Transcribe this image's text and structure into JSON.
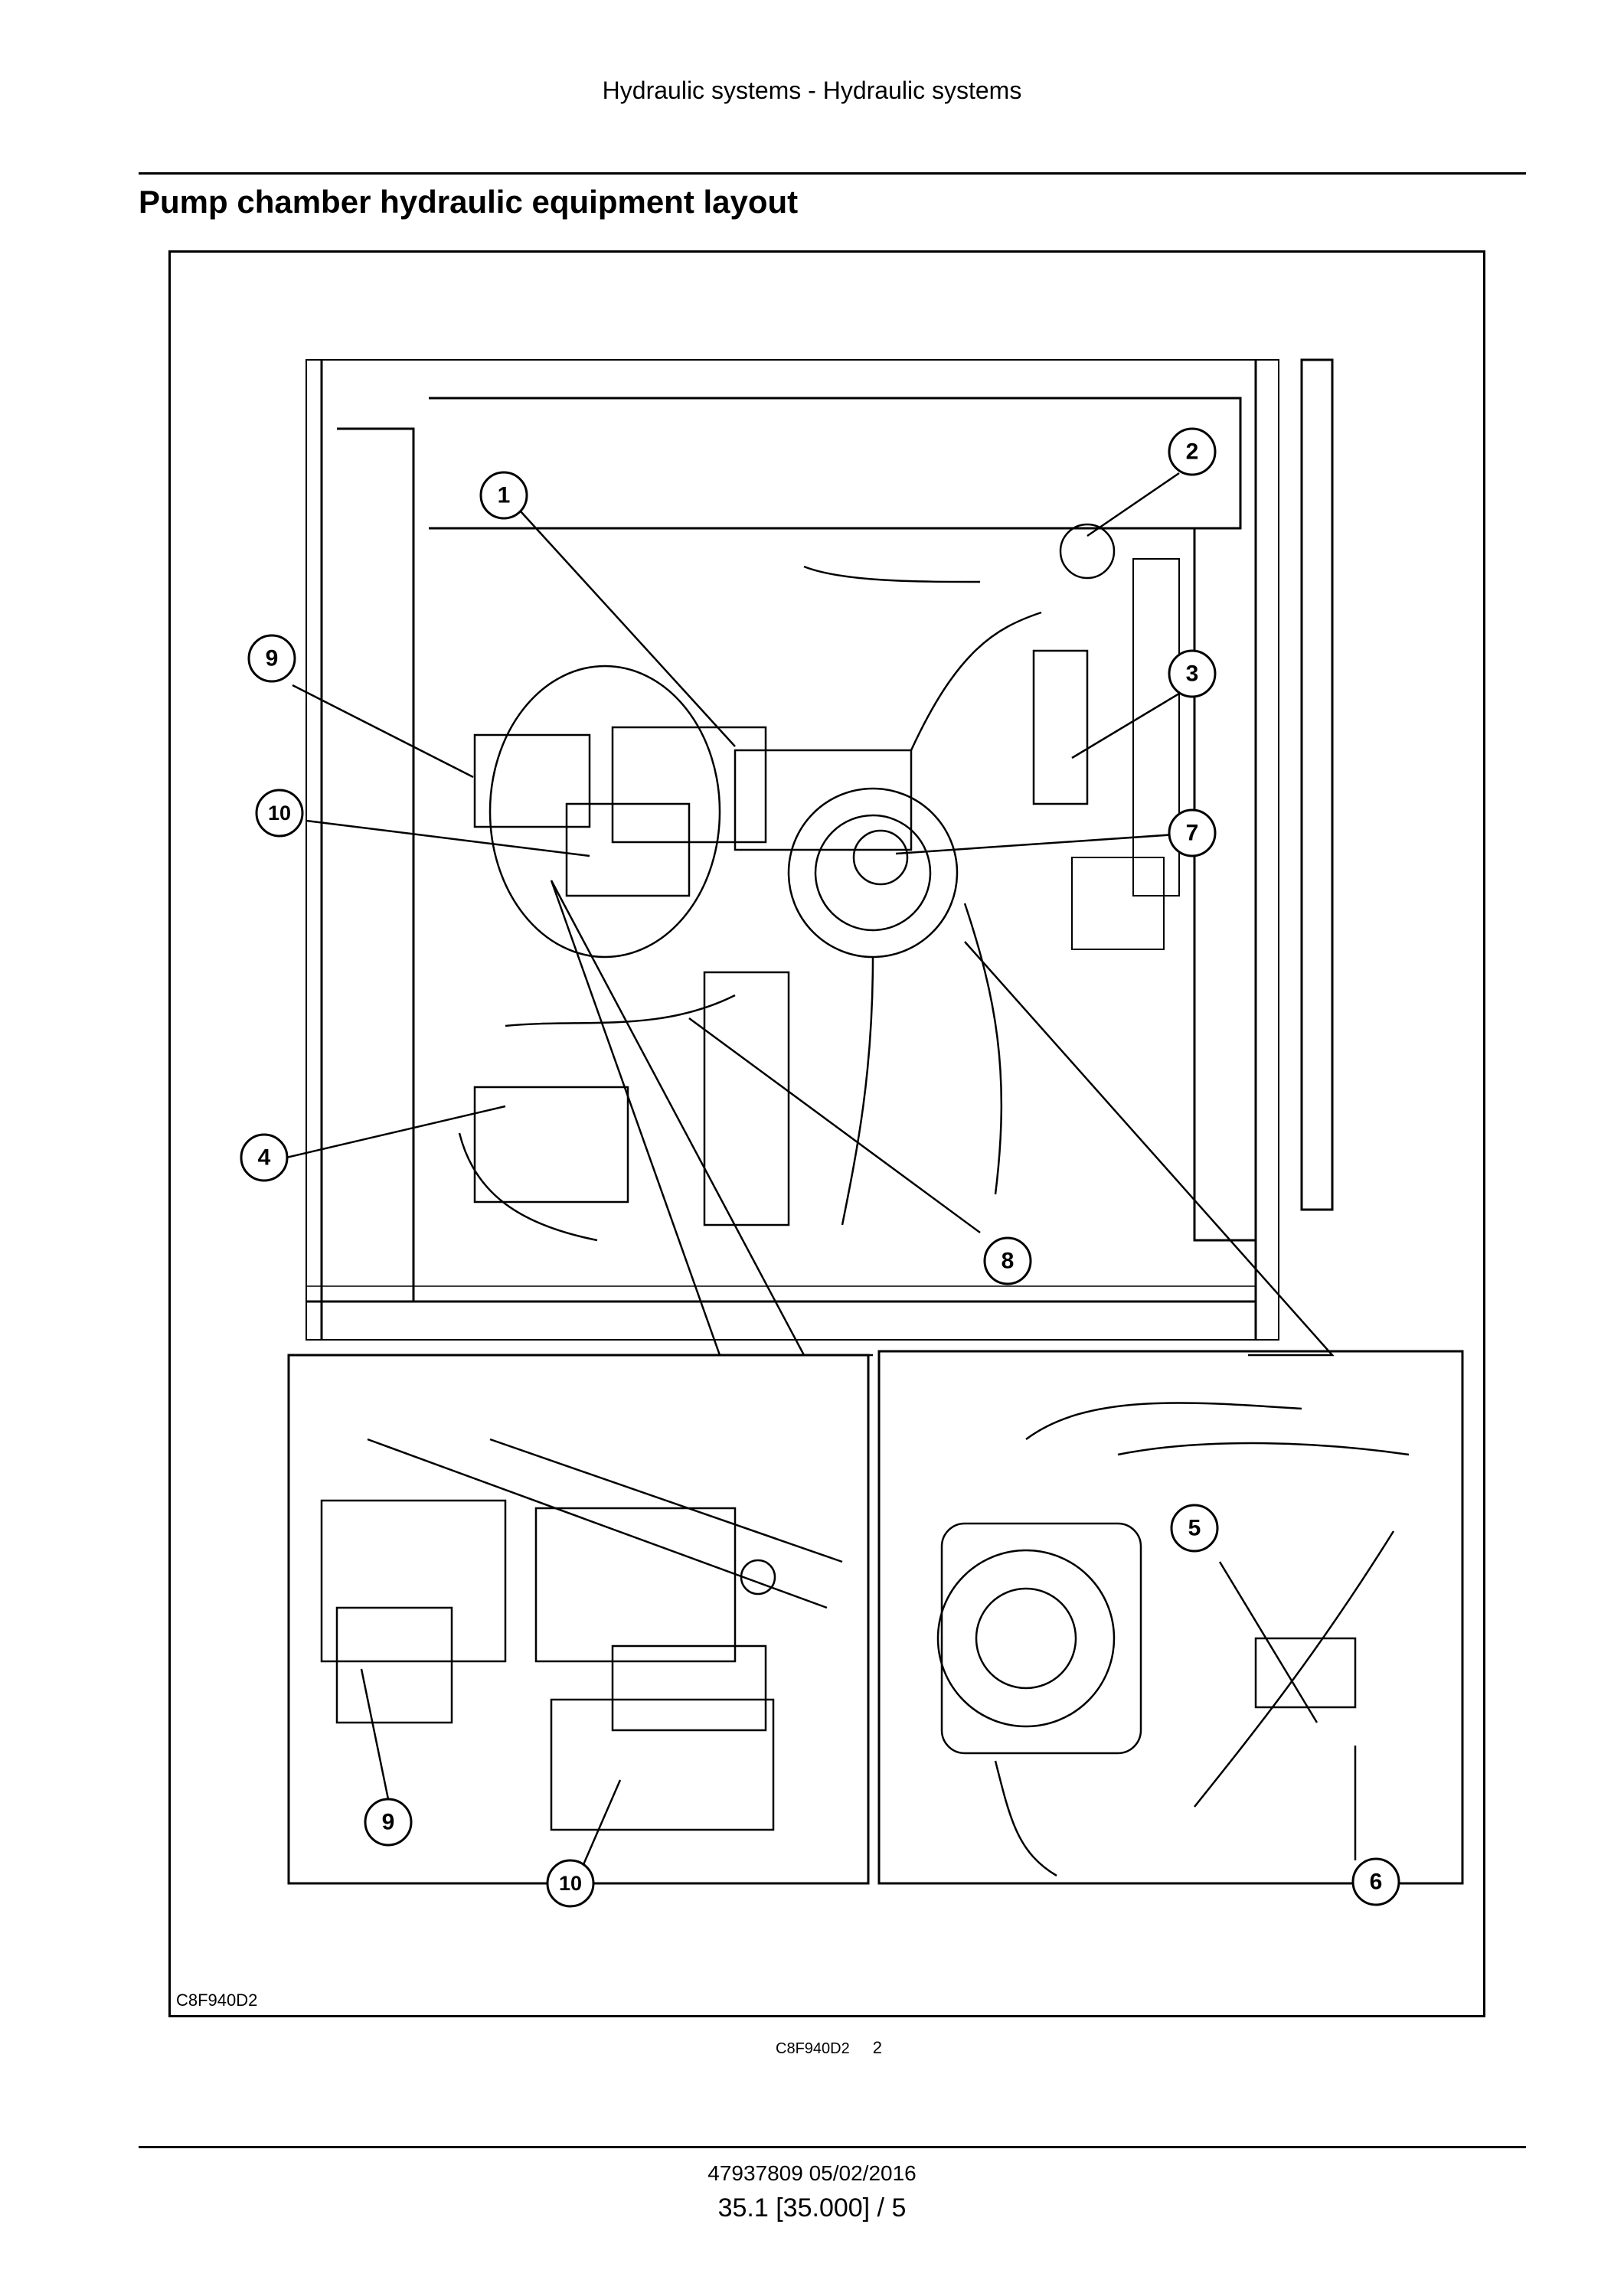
{
  "header": {
    "running_title": "Hydraulic systems - Hydraulic systems"
  },
  "section": {
    "title": "Pump chamber hydraulic equipment layout"
  },
  "figure": {
    "image_ref": "C8F940D2",
    "callouts": {
      "c1": "1",
      "c2": "2",
      "c3": "3",
      "c4": "4",
      "c5": "5",
      "c6": "6",
      "c7": "7",
      "c8": "8",
      "c9": "9",
      "c10": "10",
      "d9": "9",
      "d10": "10"
    }
  },
  "caption": {
    "ref": "C8F940D2",
    "number": "2"
  },
  "footer": {
    "doc_number": "47937809 05/02/2016",
    "page_ref": "35.1 [35.000] / 5"
  }
}
